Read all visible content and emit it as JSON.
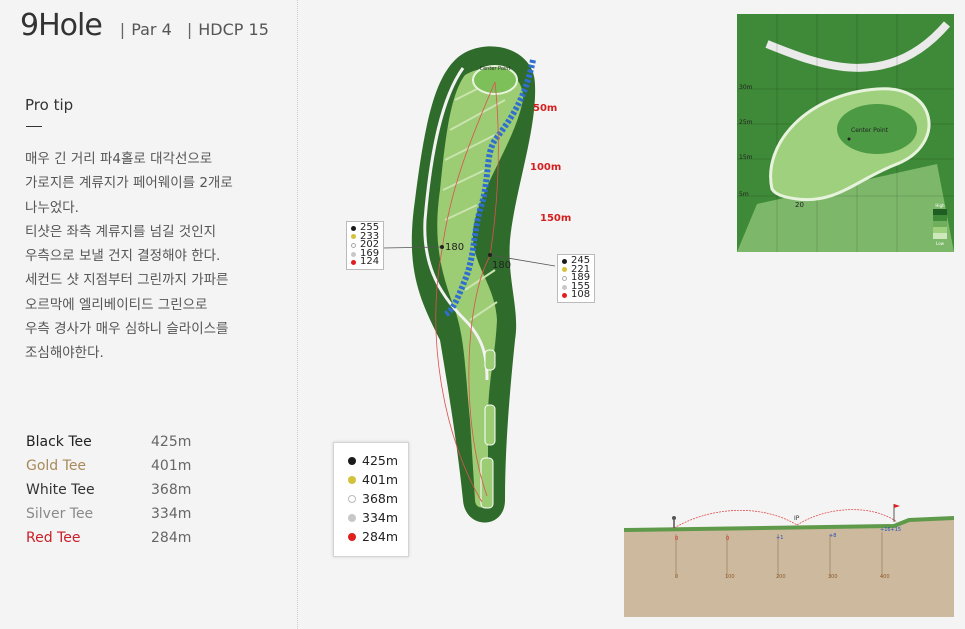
{
  "header": {
    "hole_title": "9Hole",
    "par": "Par 4",
    "hdcp": "HDCP 15",
    "separator": "|"
  },
  "protip": {
    "title": "Pro tip",
    "lines": [
      "매우 긴 거리 파4홀로 대각선으로",
      "가로지른 계류지가 페어웨이를 2개로",
      "나누었다.",
      "티샷은 좌측 계류지를 넘길 것인지",
      "우측으로 보낼 건지 결정해야 한다.",
      "세컨드 샷 지점부터 그린까지 가파른",
      "오르막에 엘리베이티드 그린으로",
      "우측 경사가 매우 심하니 슬라이스를",
      "조심해야한다."
    ]
  },
  "tees": [
    {
      "name": "Black Tee",
      "distance": "425m",
      "color": "#222222"
    },
    {
      "name": "Gold Tee",
      "distance": "401m",
      "color": "#a88a5a"
    },
    {
      "name": "White Tee",
      "distance": "368m",
      "color": "#333333"
    },
    {
      "name": "Silver Tee",
      "distance": "334m",
      "color": "#8a8a8a"
    },
    {
      "name": "Red Tee",
      "distance": "284m",
      "color": "#c8202a"
    }
  ],
  "legend": [
    {
      "label": "425m",
      "color": "#1a1a1a"
    },
    {
      "label": "401m",
      "color": "#d4c23a"
    },
    {
      "label": "368m",
      "color": "#ffffff"
    },
    {
      "label": "334m",
      "color": "#c8c8c8"
    },
    {
      "label": "284m",
      "color": "#e02020"
    }
  ],
  "map": {
    "markers": [
      "50m",
      "100m",
      "150m"
    ],
    "left_box": {
      "label": "180",
      "values": [
        "255",
        "233",
        "202",
        "169",
        "124"
      ]
    },
    "right_box": {
      "label": "180",
      "values": [
        "245",
        "221",
        "189",
        "155",
        "108"
      ]
    },
    "green_label": "Center Point"
  },
  "green_detail": {
    "axis_labels": [
      "30m",
      "25m",
      "15m",
      "5m"
    ],
    "center_label": "Center Point",
    "bottom_label": "20",
    "scale_top": "High",
    "scale_bottom": "Low"
  },
  "elevation": {
    "top_labels": [
      "0",
      "0",
      "+1",
      "+8",
      "+16+15"
    ],
    "bottom_labels": [
      "0",
      "100",
      "200",
      "300",
      "400"
    ],
    "ip_label": "IP"
  },
  "colors": {
    "red_accent": "#d42020",
    "fairway": "#8fbf6a",
    "rough": "#2f6b2a",
    "water": "#2f6fd0"
  }
}
